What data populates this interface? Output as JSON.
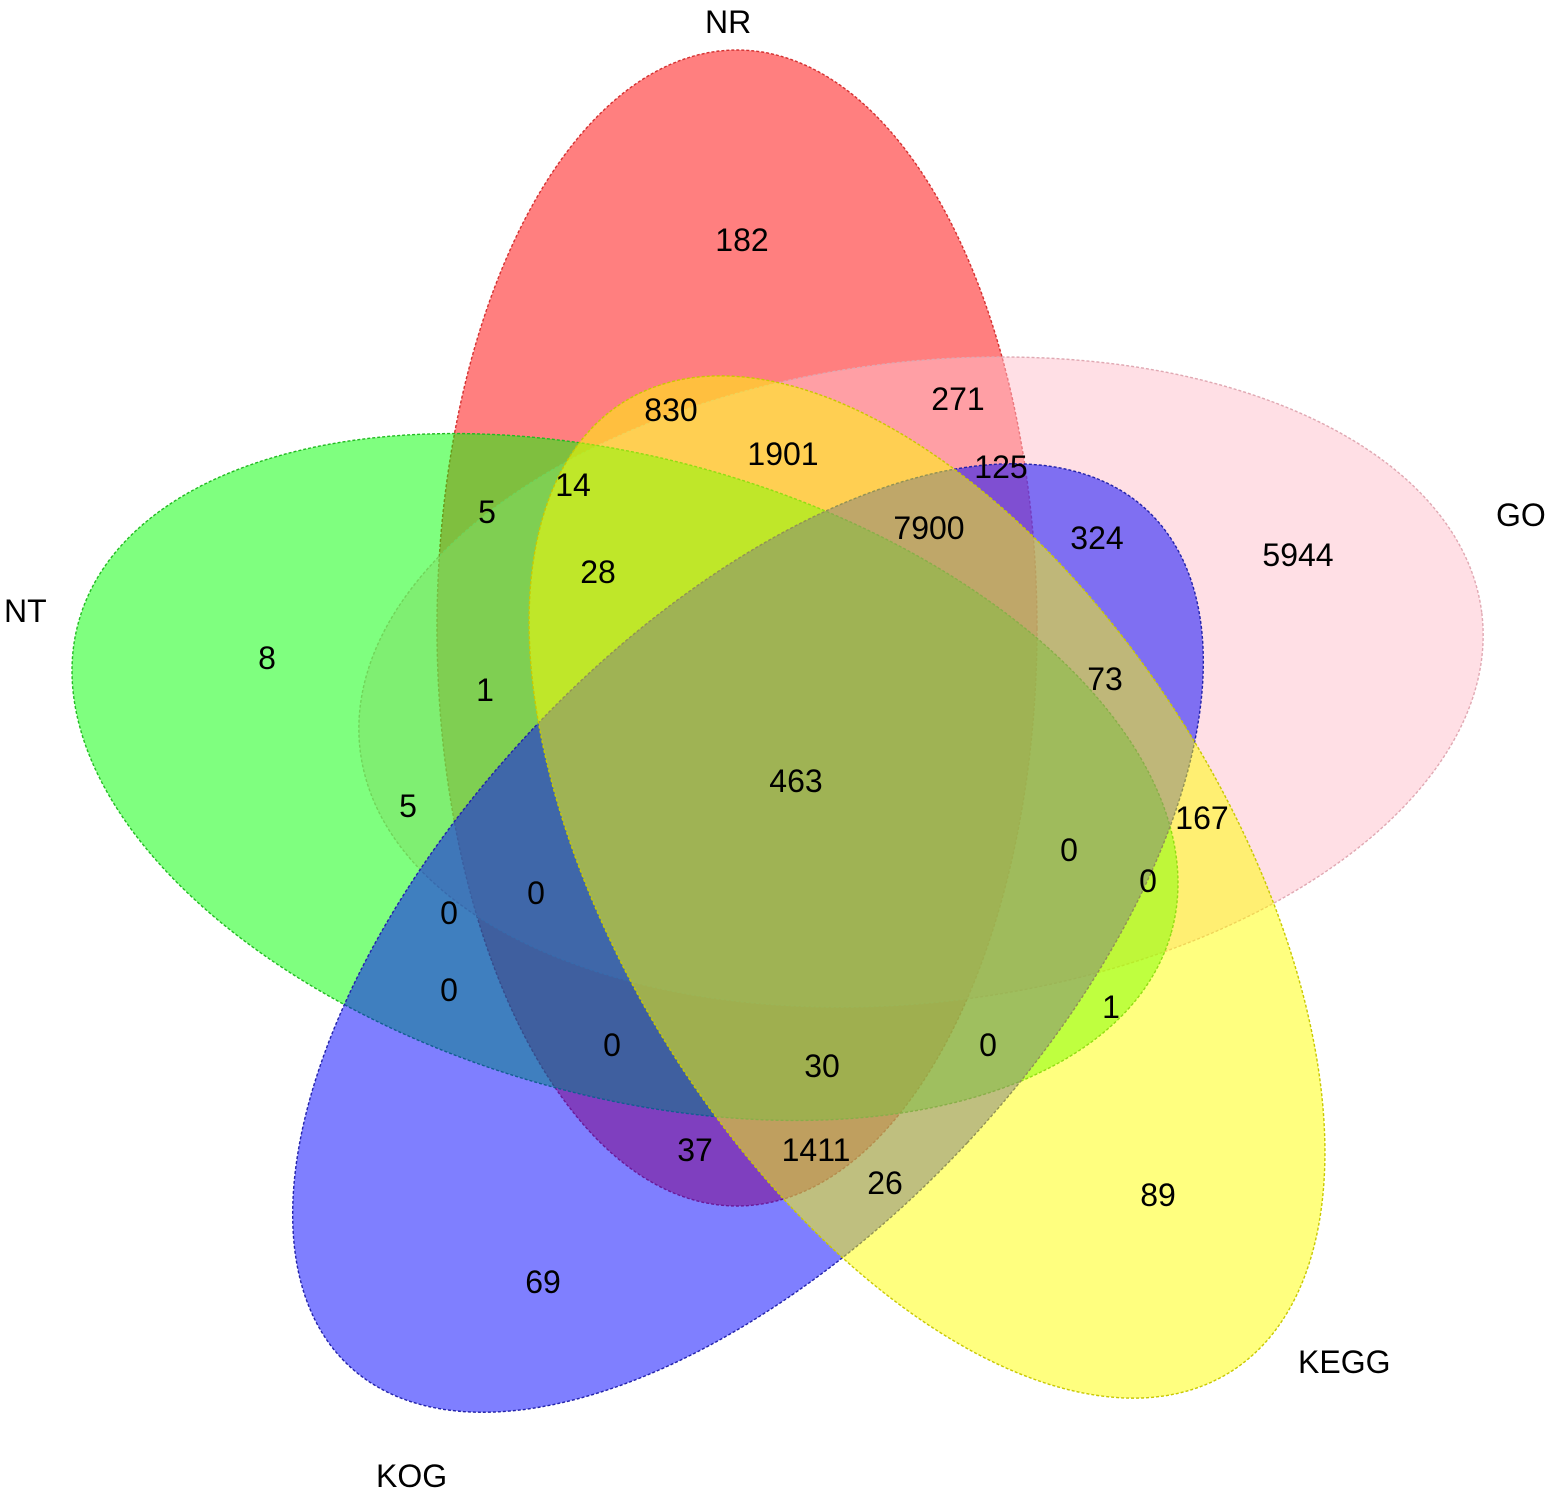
{
  "sets": [
    {
      "key": "nr",
      "label": "NR",
      "fill": "#ff0000",
      "stroke": "#d43030"
    },
    {
      "key": "go",
      "label": "GO",
      "fill": "#ffc0cb",
      "stroke": "#e0a8b2"
    },
    {
      "key": "nt",
      "label": "NT",
      "fill": "#00ff00",
      "stroke": "#22bb22"
    },
    {
      "key": "kog",
      "label": "KOG",
      "fill": "#0000ff",
      "stroke": "#2222aa"
    },
    {
      "key": "kegg",
      "label": "KEGG",
      "fill": "#ffff00",
      "stroke": "#c8c800"
    }
  ],
  "regions": [
    {
      "sets": "NR",
      "value": "182"
    },
    {
      "sets": "GO",
      "value": "5944"
    },
    {
      "sets": "NT",
      "value": "8"
    },
    {
      "sets": "KOG",
      "value": "69"
    },
    {
      "sets": "KEGG",
      "value": "89"
    },
    {
      "sets": "NR&KEGG",
      "value": "830"
    },
    {
      "sets": "NR&GO",
      "value": "271"
    },
    {
      "sets": "NR&GO&KEGG",
      "value": "1901"
    },
    {
      "sets": "NR&GO&KOG",
      "value": "125"
    },
    {
      "sets": "NR&GO&KOG&KEGG",
      "value": "7900"
    },
    {
      "sets": "GO&KOG",
      "value": "324"
    },
    {
      "sets": "GO&KOG&KEGG",
      "value": "73"
    },
    {
      "sets": "GO&KEGG",
      "value": "167"
    },
    {
      "sets": "NR&NT",
      "value": "5"
    },
    {
      "sets": "NR&NT&KEGG",
      "value": "14"
    },
    {
      "sets": "NR&NT&GO&KEGG",
      "value": "28"
    },
    {
      "sets": "NR&NT&GO",
      "value": "1"
    },
    {
      "sets": "NT&GO",
      "value": "5"
    },
    {
      "sets": "ALL",
      "value": "463"
    },
    {
      "sets": "NT&GO&KOG",
      "value": "0"
    },
    {
      "sets": "NR&NT&GO&KOG",
      "value": "0"
    },
    {
      "sets": "NT&KOG",
      "value": "0"
    },
    {
      "sets": "NR&NT&KOG",
      "value": "0"
    },
    {
      "sets": "NT&KOG&KEGG&NR",
      "value": "30"
    },
    {
      "sets": "NT&KOG&KEGG",
      "value": "0"
    },
    {
      "sets": "NT&KEGG",
      "value": "1"
    },
    {
      "sets": "NT&GO&KEGG",
      "value": "0"
    },
    {
      "sets": "NT&GO&KOG&KEGG",
      "value": "0"
    },
    {
      "sets": "NR&KOG",
      "value": "37"
    },
    {
      "sets": "NR&KOG&KEGG",
      "value": "1411"
    },
    {
      "sets": "KOG&KEGG",
      "value": "26"
    }
  ]
}
